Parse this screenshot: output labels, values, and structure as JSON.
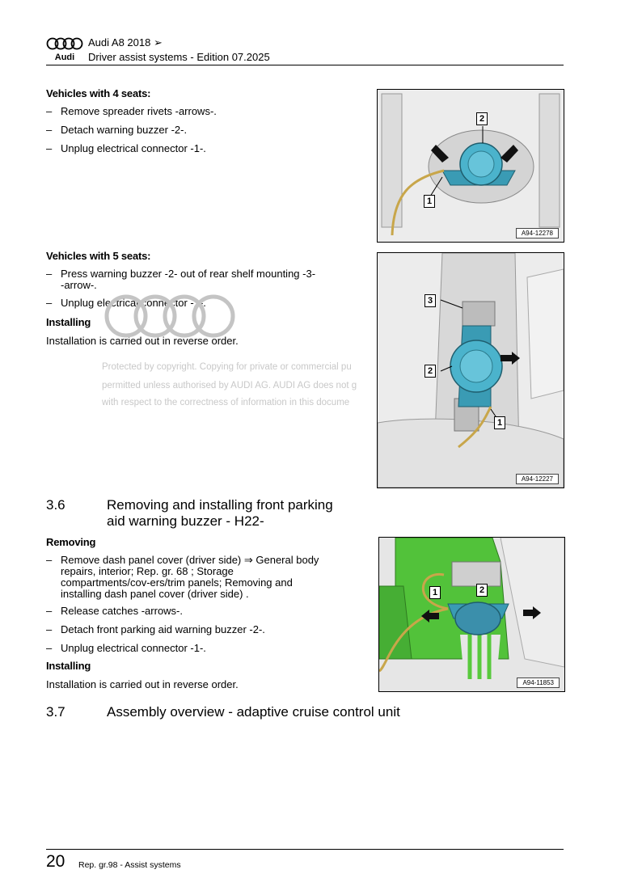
{
  "header": {
    "brand": "Audi",
    "model": "Audi A8 2018 ➢",
    "subtitle": "Driver assist systems - Edition 07.2025"
  },
  "watermark": {
    "line1": "Protected by copyright. Copying for private or commercial pu",
    "line2": "permitted unless authorised by AUDI AG. AUDI AG does not g",
    "line3": "with respect to the correctness of information in this docume"
  },
  "section4seats": {
    "title": "Vehicles with 4 seats:",
    "steps": [
      "Remove spreader rivets -arrows-.",
      "Detach warning buzzer -2-.",
      "Unplug electrical connector -1-."
    ],
    "figure": {
      "id": "A94-12278",
      "callouts": [
        "2",
        "1"
      ]
    }
  },
  "section5seats": {
    "title": "Vehicles with 5 seats:",
    "steps": [
      "Press warning buzzer -2- out of rear shelf mounting -3- -arrow-.",
      "Unplug electrical connector -1-."
    ],
    "installing_title": "Installing",
    "installing_text": "Installation is carried out in reverse order.",
    "figure": {
      "id": "A94-12227",
      "callouts": [
        "3",
        "2",
        "1"
      ]
    }
  },
  "section36": {
    "number": "3.6",
    "title": "Removing and installing front parking aid warning buzzer - H22-",
    "removing_title": "Removing",
    "steps": [
      "Remove dash panel cover (driver side) ⇒  General body repairs, interior; Rep. gr.  68 ; Storage compartments/cov-ers/trim panels; Removing and installing dash panel cover (driver side) .",
      "Release catches -arrows-.",
      "Detach front parking aid warning buzzer -2-.",
      "Unplug electrical connector -1-."
    ],
    "installing_title": "Installing",
    "installing_text": "Installation is carried out in reverse order.",
    "figure": {
      "id": "A94-11853",
      "callouts": [
        "1",
        "2"
      ]
    }
  },
  "section37": {
    "number": "3.7",
    "title": "Assembly overview - adaptive cruise control unit"
  },
  "footer": {
    "page": "20",
    "text": "Rep. gr.98 - Assist systems"
  },
  "dash": "–"
}
